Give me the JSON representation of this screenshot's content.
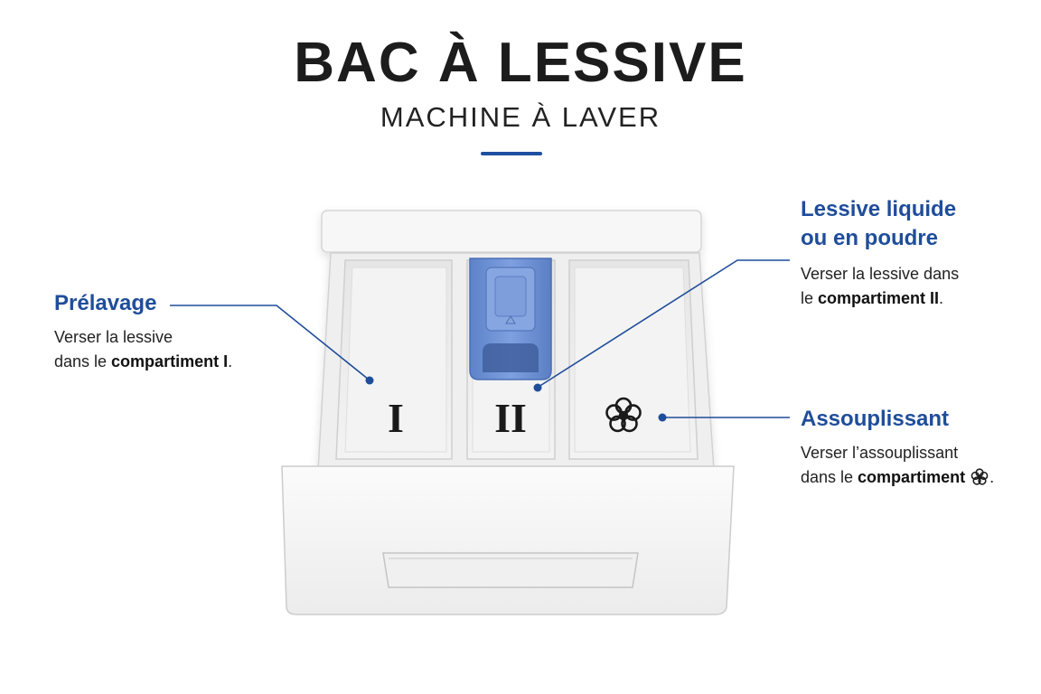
{
  "header": {
    "title": "BAC À LESSIVE",
    "subtitle": "MACHINE À LAVER"
  },
  "compartments": [
    {
      "label": "I"
    },
    {
      "label": "II"
    },
    {
      "icon": "flower-icon"
    }
  ],
  "callouts": {
    "prelavage": {
      "title": "Prélavage",
      "text_line1": "Verser la lessive",
      "text_line2_prefix": "dans le ",
      "text_line2_bold": "compartiment I",
      "text_line2_suffix": "."
    },
    "lessive": {
      "title_line1": "Lessive liquide",
      "title_line2": "ou en poudre",
      "text_line1": "Verser la lessive dans",
      "text_line2_prefix": "le ",
      "text_line2_bold": "compartiment II",
      "text_line2_suffix": "."
    },
    "assouplissant": {
      "title": "Assouplissant",
      "text_line1": "Verser l’assouplissant",
      "text_line2_prefix": "dans le ",
      "text_line2_bold": "compartiment",
      "text_line2_icon": "flower-icon",
      "text_line2_suffix": "."
    }
  },
  "colors": {
    "accent": "#1f4d9a",
    "siphon": "#6d92d6",
    "drawer": "#f4f4f4"
  }
}
